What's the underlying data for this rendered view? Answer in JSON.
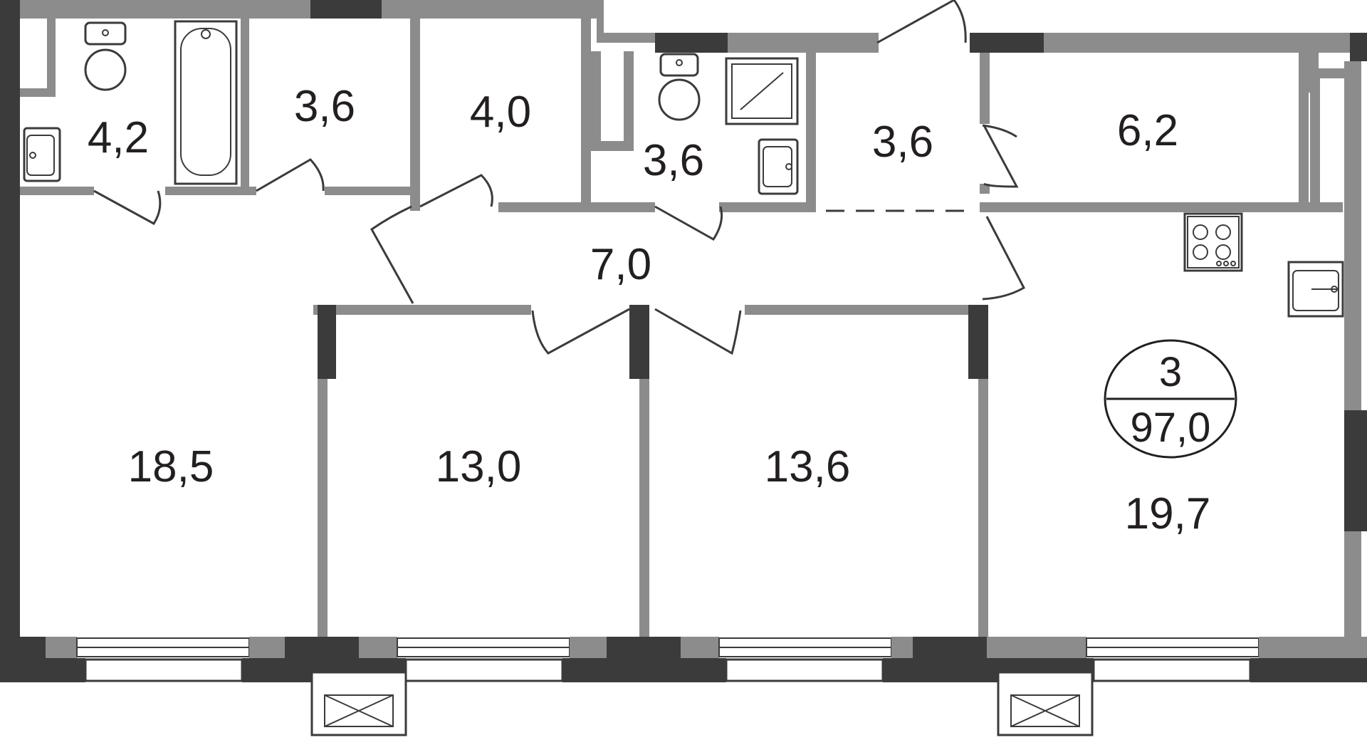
{
  "plan": {
    "rooms": [
      {
        "id": "bathroom",
        "area": "4,2"
      },
      {
        "id": "storage-1",
        "area": "3,6"
      },
      {
        "id": "storage-2",
        "area": "4,0"
      },
      {
        "id": "shower-room",
        "area": "3,6"
      },
      {
        "id": "entry",
        "area": "3,6"
      },
      {
        "id": "balcony-room",
        "area": "6,2"
      },
      {
        "id": "hallway",
        "area": "7,0"
      },
      {
        "id": "bedroom-1",
        "area": "18,5"
      },
      {
        "id": "bedroom-2",
        "area": "13,0"
      },
      {
        "id": "bedroom-3",
        "area": "13,6"
      },
      {
        "id": "kitchen-living",
        "area": "19,7"
      }
    ],
    "summary": {
      "rooms_count": "3",
      "total_area": "97,0"
    },
    "colors": {
      "wall_light": "#8c8c8c",
      "wall_dark": "#3b3b3b",
      "text": "#231f20"
    }
  }
}
